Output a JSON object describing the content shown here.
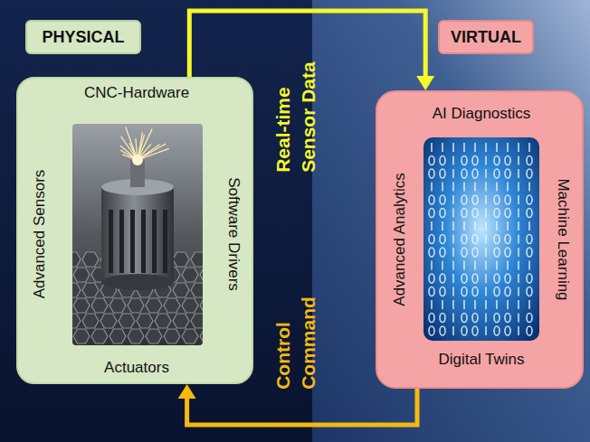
{
  "diagram": {
    "nodes": [
      {
        "text": [
          "PHYSICAL"
        ]
      },
      {
        "text": [
          "VIRTUAL"
        ]
      },
      {
        "text": [
          "CNC-Hardware",
          "Advanced Sensors",
          "Software Drivers",
          "Actuators"
        ]
      },
      {
        "text": [
          "AI Diagnostics",
          "Advanced Analytics",
          "Machine Learning",
          "Digital Twins"
        ]
      }
    ],
    "edges": [
      {
        "from": 2,
        "to": 3,
        "label": "Real-time Sensor Data",
        "arrow": "to"
      },
      {
        "from": 3,
        "to": 2,
        "label": "Control Command",
        "arrow": "to"
      }
    ]
  }
}
